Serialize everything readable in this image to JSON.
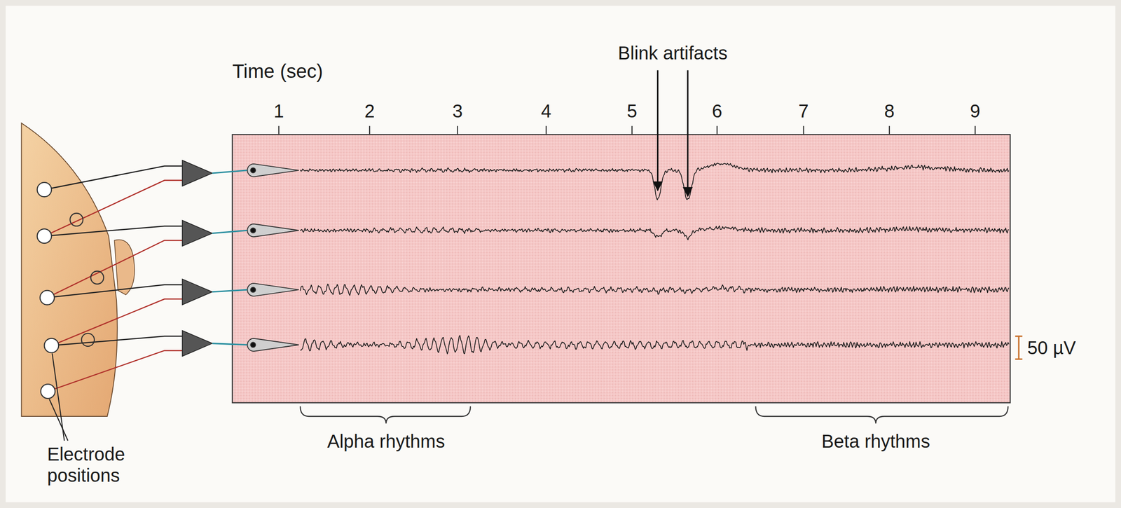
{
  "diagram": {
    "labels": [
      "Time (sec)",
      "1",
      "2",
      "3",
      "4",
      "5",
      "6",
      "7",
      "8",
      "9",
      "Blink artifacts",
      "Alpha rhythms",
      "Beta rhythms",
      "50 µV",
      "Electrode positions"
    ]
  }
}
